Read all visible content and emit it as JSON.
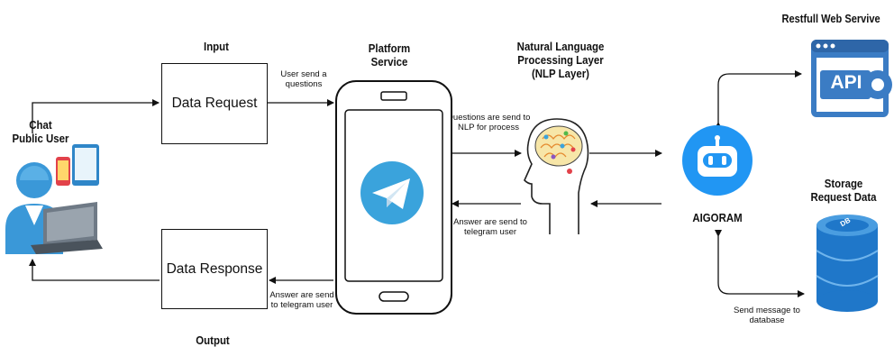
{
  "nodes": {
    "input_title": "Input",
    "output_title": "Output",
    "data_request": "Data Request",
    "data_response": "Data Response",
    "platform_title_1": "Platform",
    "platform_title_2": "Service",
    "nlp_title_1": "Natural Language",
    "nlp_title_2": "Processing Layer",
    "nlp_title_3": "(NLP Layer)",
    "chat_user_1": "Chat",
    "chat_user_2": "Public User",
    "aigoram": "AIGORAM",
    "restful_title": "Restfull Web Servive",
    "api_text": "API",
    "storage_title_1": "Storage",
    "storage_title_2": "Request Data",
    "db_text": "DB"
  },
  "edges": {
    "user_send_1": "User send a",
    "user_send_2": "questions",
    "questions_send_1": "Questions are send to",
    "questions_send_2": "NLP for process",
    "answer_telegram_1": "Answer are send to",
    "answer_telegram_2": "telegram user",
    "answer_send_1": "Answer are send",
    "answer_send_2": "to telegram user",
    "send_msg_1": "Send message to",
    "send_msg_2": "database"
  },
  "colors": {
    "telegram_blue": "#3aa3dc",
    "robot_blue": "#2196f3",
    "api_blue": "#3b7cc4",
    "db_blue": "#1f77c9",
    "user_blue": "#3a98d8"
  }
}
